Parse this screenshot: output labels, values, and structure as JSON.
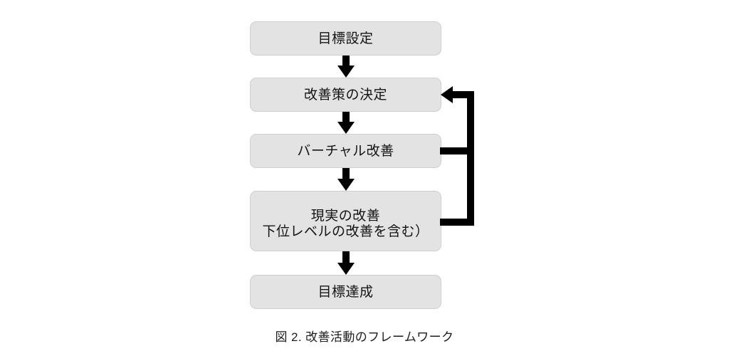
{
  "figure": {
    "caption": "図 2. 改善活動のフレームワーク",
    "box_fill": "#e3e3e3",
    "box_border": "#cfcfcf",
    "connector_color": "#000000",
    "text_color": "#141414",
    "background": "#ffffff"
  },
  "nodes": [
    {
      "id": "goal-setting",
      "label": "目標設定"
    },
    {
      "id": "decide-measures",
      "label": "改善策の決定"
    },
    {
      "id": "virtual-improvement",
      "label": "バーチャル改善"
    },
    {
      "id": "real-improvement",
      "label_line1": "現実の改善",
      "label_line2": "下位レベルの改善を含む）"
    },
    {
      "id": "goal-achievement",
      "label": "目標達成"
    }
  ],
  "connectors": [
    {
      "id": "goal-setting-to-decide-measures",
      "type": "arrow-down"
    },
    {
      "id": "decide-measures-to-virtual-improvement",
      "type": "arrow-down"
    },
    {
      "id": "virtual-improvement-to-real-improvement",
      "type": "arrow-down"
    },
    {
      "id": "real-improvement-to-goal-achievement",
      "type": "arrow-down"
    },
    {
      "id": "virtual-improvement-feedback-to-decide",
      "type": "feedback-line"
    },
    {
      "id": "real-improvement-feedback-to-decide",
      "type": "feedback-line"
    },
    {
      "id": "feedback-trunk",
      "type": "feedback-line"
    },
    {
      "id": "feedback-arrowhead-into-decide-measures",
      "type": "arrow-left"
    }
  ]
}
